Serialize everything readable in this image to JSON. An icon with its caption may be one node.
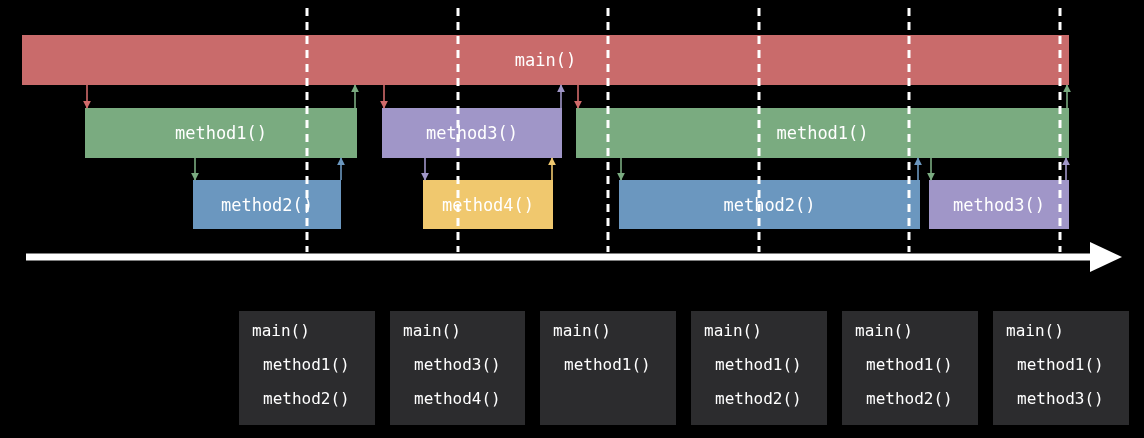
{
  "diagram": {
    "nodes": [
      {
        "text": [
          "main()"
        ]
      },
      {
        "text": [
          "method1()"
        ]
      },
      {
        "text": [
          "method2()"
        ]
      },
      {
        "text": [
          "method3()"
        ]
      },
      {
        "text": [
          "method4()"
        ]
      },
      {
        "text": [
          "method1()"
        ]
      },
      {
        "text": [
          "method2()"
        ]
      },
      {
        "text": [
          "method3()"
        ]
      },
      {
        "text": [
          "main()",
          "method1()",
          "method2()"
        ]
      },
      {
        "text": [
          "main()",
          "method3()",
          "method4()"
        ]
      },
      {
        "text": [
          "main()",
          "method1()"
        ]
      },
      {
        "text": [
          "main()",
          "method1()",
          "method2()"
        ]
      },
      {
        "text": [
          "main()",
          "method1()",
          "method2()"
        ]
      },
      {
        "text": [
          "main()",
          "method1()",
          "method3()"
        ]
      }
    ],
    "edges": [
      {
        "from": 0,
        "to": 1,
        "arrow": "to",
        "color": "#d06a6a"
      },
      {
        "from": 1,
        "to": 2,
        "arrow": "to",
        "color": "#7aab80"
      },
      {
        "from": 2,
        "to": 1,
        "arrow": "to",
        "color": "#6b97bf"
      },
      {
        "from": 1,
        "to": 0,
        "arrow": "to",
        "color": "#7aab80"
      },
      {
        "from": 0,
        "to": 3,
        "arrow": "to",
        "color": "#d06a6a"
      },
      {
        "from": 3,
        "to": 4,
        "arrow": "to",
        "color": "#a096c8"
      },
      {
        "from": 4,
        "to": 3,
        "arrow": "to",
        "color": "#f0c86e"
      },
      {
        "from": 3,
        "to": 0,
        "arrow": "to",
        "color": "#a096c8"
      },
      {
        "from": 0,
        "to": 5,
        "arrow": "to",
        "color": "#d06a6a"
      },
      {
        "from": 5,
        "to": 6,
        "arrow": "to",
        "color": "#7aab80"
      },
      {
        "from": 6,
        "to": 5,
        "arrow": "to",
        "color": "#6b97bf"
      },
      {
        "from": 5,
        "to": 7,
        "arrow": "to",
        "color": "#7aab80"
      },
      {
        "from": 7,
        "to": 5,
        "arrow": "to",
        "color": "#a096c8"
      },
      {
        "from": 5,
        "to": 0,
        "arrow": "to",
        "color": "#7aab80"
      }
    ]
  }
}
